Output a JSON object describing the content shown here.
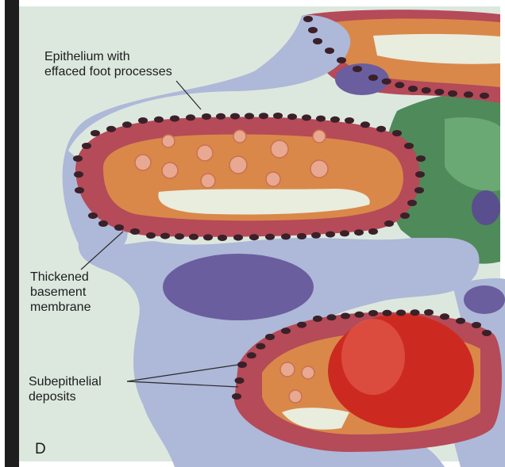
{
  "labels": {
    "epithelium": [
      "Epithelium with",
      "effaced foot processes"
    ],
    "basement": [
      "Thickened",
      "basement",
      "membrane"
    ],
    "deposits": [
      "Subepithelial",
      "deposits"
    ]
  },
  "panel_letter": "D",
  "colors": {
    "background": "#dce8de",
    "epithelium": "#aeb8d8",
    "nucleus": "#6a5e9e",
    "basement_membrane": "#b54a58",
    "deposit": "#3a2028",
    "endothelium": "#d9884a",
    "lumen": "#e9eddd",
    "mesangium": "#4f8a5a",
    "red_cell": "#cc2a20"
  }
}
